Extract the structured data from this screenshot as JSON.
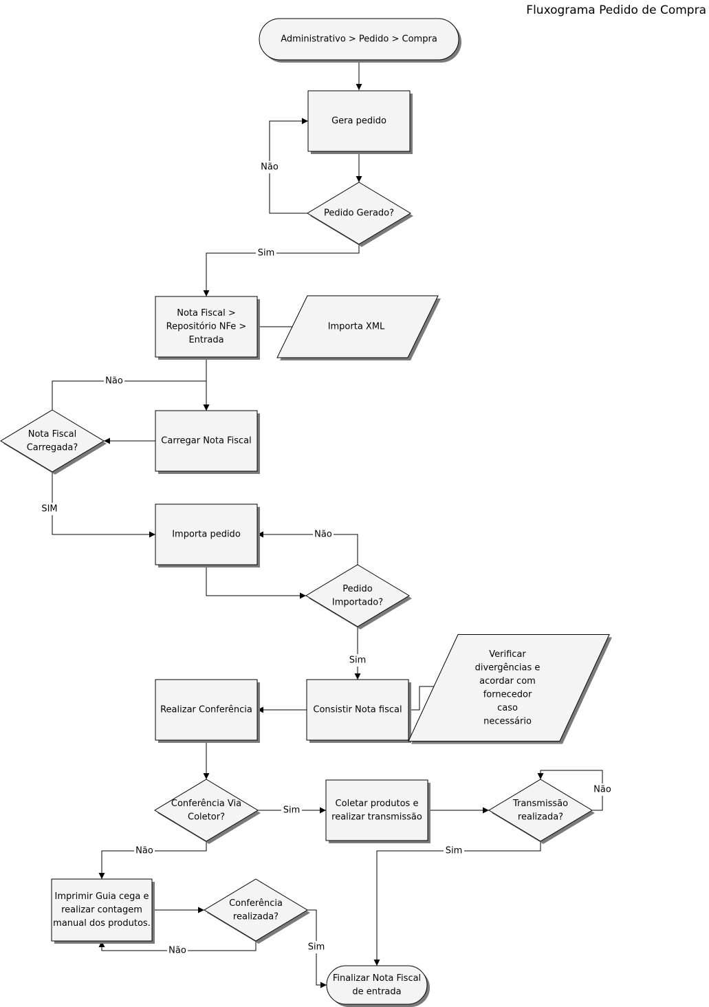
{
  "title": "Fluxograma Pedido de Compra",
  "nodes": {
    "start": {
      "type": "terminator",
      "lines": [
        "Administrativo > Pedido > Compra"
      ]
    },
    "gera_pedido": {
      "type": "process",
      "lines": [
        "Gera pedido"
      ]
    },
    "pedido_gerado": {
      "type": "decision",
      "lines": [
        "Pedido Gerado?"
      ]
    },
    "nota_fiscal_menu": {
      "type": "process",
      "lines": [
        "Nota Fiscal >",
        "Repositório NFe >",
        "Entrada"
      ]
    },
    "importa_xml": {
      "type": "data",
      "lines": [
        "Importa XML"
      ]
    },
    "carregar_nota": {
      "type": "process",
      "lines": [
        "Carregar Nota Fiscal"
      ]
    },
    "nota_carregada": {
      "type": "decision",
      "lines": [
        "Nota Fiscal",
        "Carregada?"
      ]
    },
    "importa_pedido": {
      "type": "process",
      "lines": [
        "Importa pedido"
      ]
    },
    "pedido_importado": {
      "type": "decision",
      "lines": [
        "Pedido",
        "Importado?"
      ]
    },
    "consistir_nota": {
      "type": "process",
      "lines": [
        "Consistir Nota fiscal"
      ]
    },
    "verificar_divergencias": {
      "type": "data",
      "lines": [
        "Verificar",
        "divergências e",
        "acordar com",
        "fornecedor",
        "caso",
        "necessário"
      ]
    },
    "realizar_conferencia": {
      "type": "process",
      "lines": [
        "Realizar Conferência"
      ]
    },
    "conferencia_coletor": {
      "type": "decision",
      "lines": [
        "Conferência Via",
        "Coletor?"
      ]
    },
    "coletar_produtos": {
      "type": "process",
      "lines": [
        "Coletar produtos e",
        "realizar transmissão"
      ]
    },
    "transmissao_realizada": {
      "type": "decision",
      "lines": [
        "Transmissão",
        "realizada?"
      ]
    },
    "imprimir_guia": {
      "type": "process",
      "lines": [
        "Imprimir Guia cega e",
        "realizar contagem",
        "manual dos produtos."
      ]
    },
    "conferencia_realizada": {
      "type": "decision",
      "lines": [
        "Conferência",
        "realizada?"
      ]
    },
    "finalizar_nota": {
      "type": "terminator",
      "lines": [
        "Finalizar Nota Fiscal",
        "de entrada"
      ]
    }
  },
  "edges": [
    {
      "from": "start",
      "to": "gera_pedido",
      "label": ""
    },
    {
      "from": "gera_pedido",
      "to": "pedido_gerado",
      "label": ""
    },
    {
      "from": "pedido_gerado",
      "to": "gera_pedido",
      "label": "Não"
    },
    {
      "from": "pedido_gerado",
      "to": "nota_fiscal_menu",
      "label": "Sim"
    },
    {
      "from": "nota_fiscal_menu",
      "to": "importa_xml",
      "label": ""
    },
    {
      "from": "nota_fiscal_menu",
      "to": "carregar_nota",
      "label": ""
    },
    {
      "from": "carregar_nota",
      "to": "nota_carregada",
      "label": ""
    },
    {
      "from": "nota_carregada",
      "to": "carregar_nota",
      "label": "Não"
    },
    {
      "from": "nota_carregada",
      "to": "importa_pedido",
      "label": "SIM"
    },
    {
      "from": "importa_pedido",
      "to": "pedido_importado",
      "label": ""
    },
    {
      "from": "pedido_importado",
      "to": "importa_pedido",
      "label": "Não"
    },
    {
      "from": "pedido_importado",
      "to": "consistir_nota",
      "label": "Sim"
    },
    {
      "from": "consistir_nota",
      "to": "verificar_divergencias",
      "label": ""
    },
    {
      "from": "consistir_nota",
      "to": "realizar_conferencia",
      "label": ""
    },
    {
      "from": "realizar_conferencia",
      "to": "conferencia_coletor",
      "label": ""
    },
    {
      "from": "conferencia_coletor",
      "to": "coletar_produtos",
      "label": "Sim"
    },
    {
      "from": "conferencia_coletor",
      "to": "imprimir_guia",
      "label": "Não"
    },
    {
      "from": "coletar_produtos",
      "to": "transmissao_realizada",
      "label": ""
    },
    {
      "from": "transmissao_realizada",
      "to": "transmissao_realizada",
      "label": "Não"
    },
    {
      "from": "transmissao_realizada",
      "to": "finalizar_nota",
      "label": "Sim"
    },
    {
      "from": "imprimir_guia",
      "to": "conferencia_realizada",
      "label": ""
    },
    {
      "from": "conferencia_realizada",
      "to": "imprimir_guia",
      "label": "Não"
    },
    {
      "from": "conferencia_realizada",
      "to": "finalizar_nota",
      "label": "Sim"
    }
  ]
}
